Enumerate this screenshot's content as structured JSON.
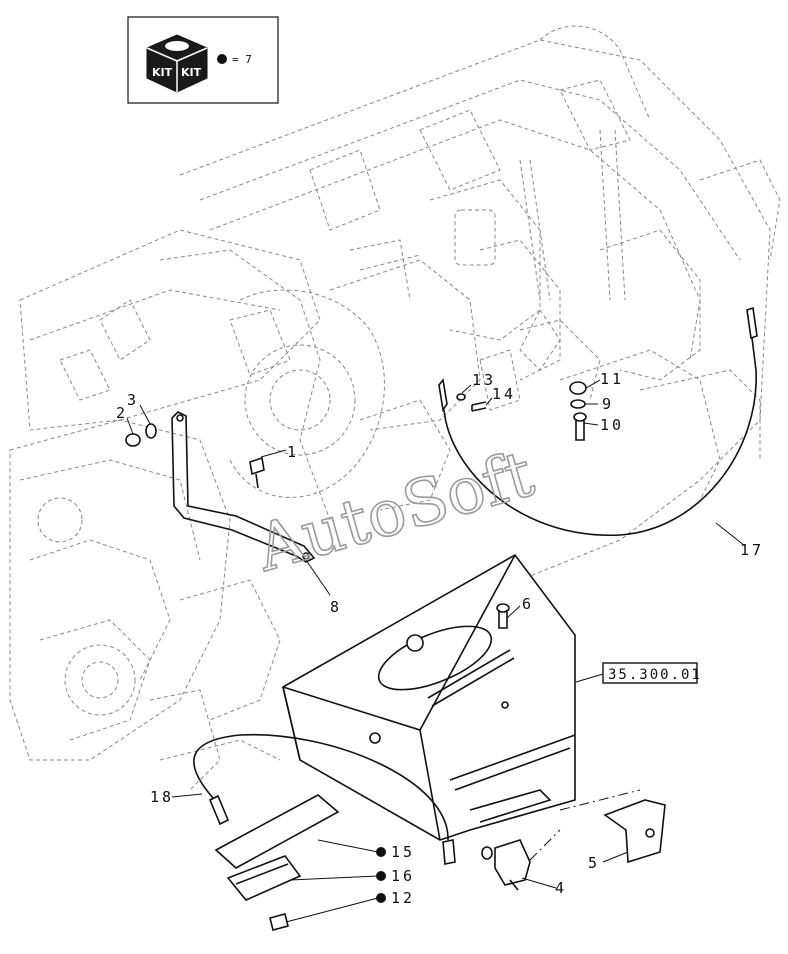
{
  "kit_box": {
    "kit_label": "KIT",
    "legend_text": "= 7"
  },
  "watermark": "AutoSoft",
  "reference_box": "35.300.01",
  "callouts": {
    "c1": "1",
    "c2": "2",
    "c3": "3",
    "c4": "4",
    "c5": "5",
    "c6": "6",
    "c8": "8",
    "c9": "9",
    "c10": "10",
    "c11": "11",
    "c12": "12",
    "c13": "13",
    "c14": "14",
    "c15": "15",
    "c16": "16",
    "c17": "17",
    "c18": "18"
  },
  "colors": {
    "line": "#111111",
    "hidden_line": "#888888",
    "watermark": "#9a9a9a"
  }
}
